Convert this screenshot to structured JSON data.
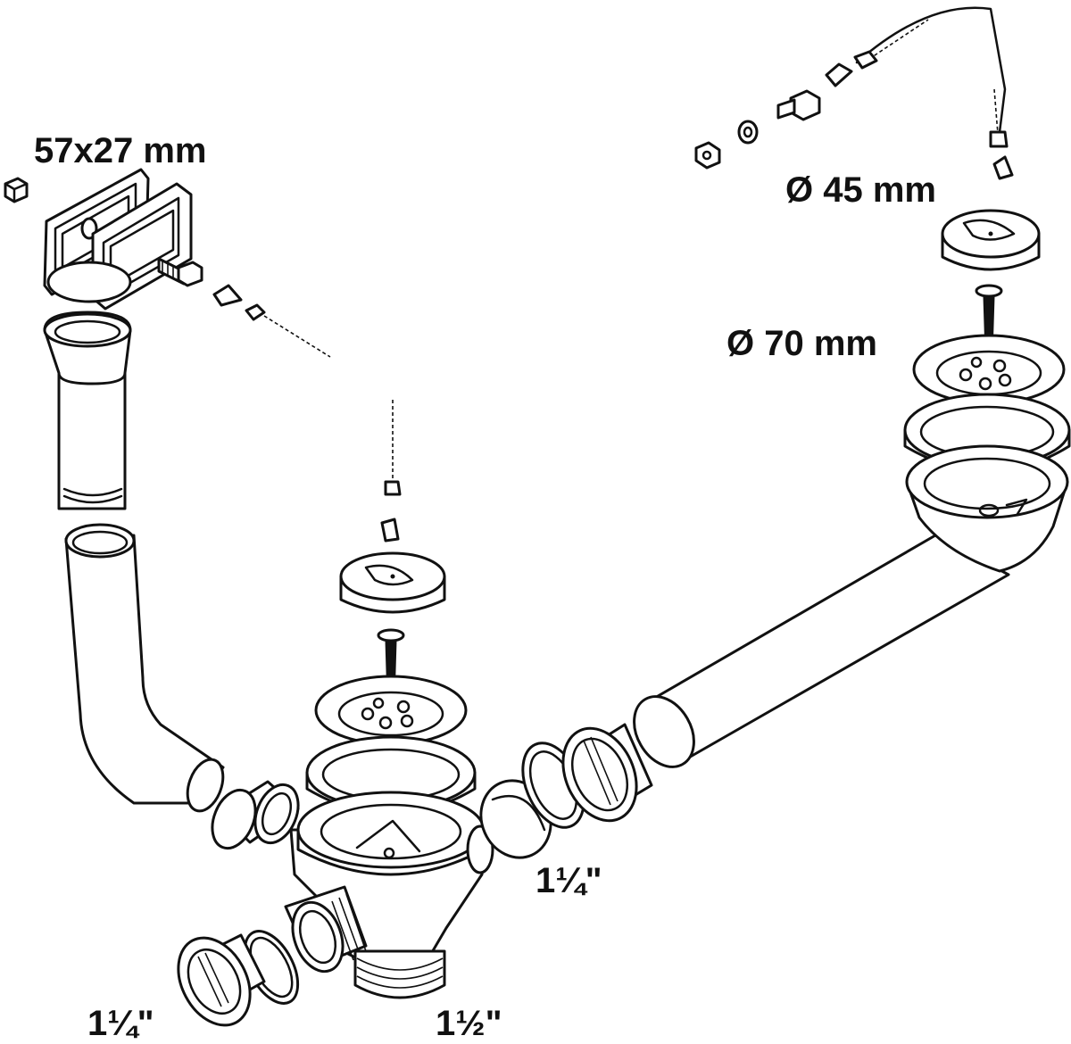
{
  "labels": {
    "overflow_size": "57x27 mm",
    "plug_diameter": "Ø 45 mm",
    "strainer_diameter": "Ø 70 mm",
    "side_outlet": "1¼\"",
    "left_outlet": "1¼\"",
    "main_outlet": "1½\""
  },
  "colors": {
    "line": "#111111",
    "fill": "#ffffff"
  },
  "icons": [
    "overflow-frame-icon",
    "chain-icon",
    "plug-icon",
    "strainer-icon",
    "screw-icon",
    "nut-icon",
    "pipe-icon",
    "trap-body-icon"
  ]
}
